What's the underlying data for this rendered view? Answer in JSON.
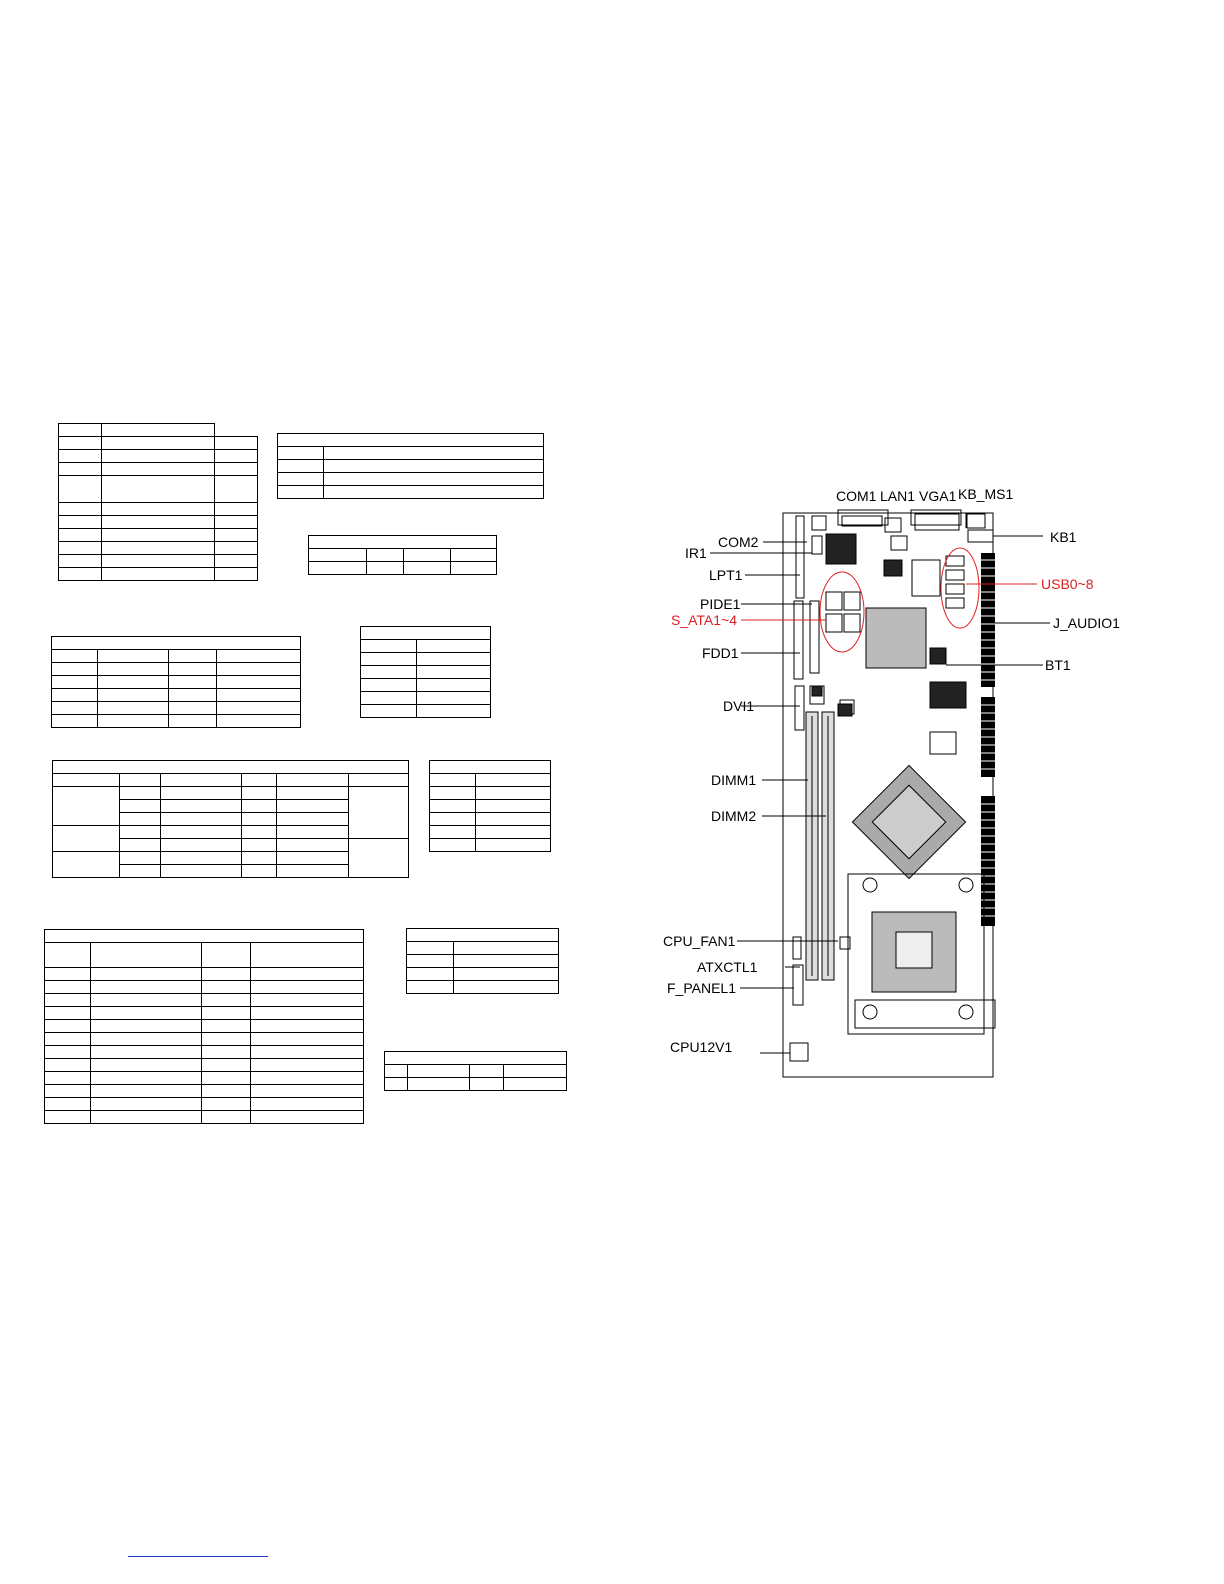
{
  "colors": {
    "line": "#000000",
    "highlight": "#e02020",
    "link": "#1a3cc7"
  },
  "connectors": {
    "top": [
      {
        "id": "com1",
        "text": "COM1"
      },
      {
        "id": "lan1",
        "text": "LAN1"
      },
      {
        "id": "vga1",
        "text": "VGA1"
      },
      {
        "id": "kbms1",
        "text": "KB_MS1"
      }
    ],
    "left": [
      {
        "id": "com2",
        "text": "COM2"
      },
      {
        "id": "ir1",
        "text": "IR1"
      },
      {
        "id": "lpt1",
        "text": "LPT1"
      },
      {
        "id": "pide1",
        "text": "PIDE1"
      },
      {
        "id": "sata",
        "text": "S_ATA1~4"
      },
      {
        "id": "fdd1",
        "text": "FDD1"
      },
      {
        "id": "dvi1",
        "text": "DVI1"
      },
      {
        "id": "dimm1",
        "text": "DIMM1"
      },
      {
        "id": "dimm2",
        "text": "DIMM2"
      },
      {
        "id": "cpufan1",
        "text": "CPU_FAN1"
      },
      {
        "id": "atxctl1",
        "text": "ATXCTL1"
      },
      {
        "id": "fpanel1",
        "text": "F_PANEL1"
      },
      {
        "id": "cpu12v1",
        "text": "CPU12V1"
      }
    ],
    "right": [
      {
        "id": "kb1",
        "text": "KB1"
      },
      {
        "id": "usb",
        "text": "USB0~8"
      },
      {
        "id": "jaudio1",
        "text": "J_AUDIO1"
      },
      {
        "id": "bt1",
        "text": "BT1"
      }
    ]
  }
}
